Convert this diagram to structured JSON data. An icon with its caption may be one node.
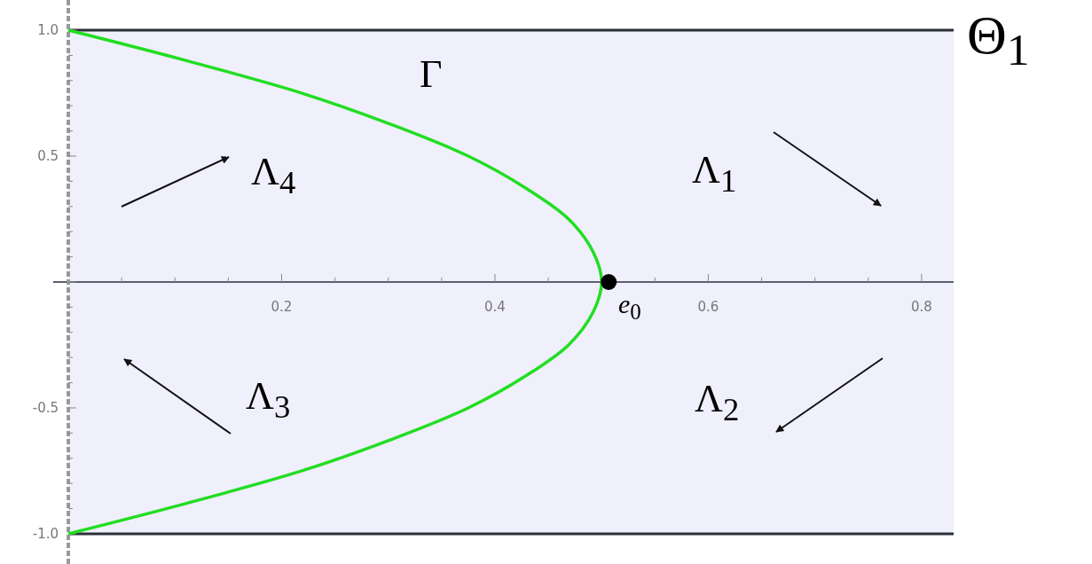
{
  "diagram": {
    "labels": [
      "Θ$_{1}$",
      "Γ",
      "Λ$_{4}$",
      "Λ$_{1}$",
      "Λ$_{3}$",
      "Λ$_{2}$",
      "*e*$_{0}$"
    ],
    "chart_data": {
      "type": "line",
      "x": [
        0,
        0.11,
        0.219,
        0.3,
        0.375,
        0.43,
        0.469,
        0.492,
        0.5,
        0.492,
        0.469,
        0.43,
        0.375,
        0.3,
        0.219,
        0.11,
        0
      ],
      "series": [
        {
          "color": "#22dd22",
          "values": [
            1,
            0.88,
            0.75,
            0.63,
            0.5,
            0.37,
            0.25,
            0.12,
            0,
            -0.12,
            -0.25,
            -0.37,
            -0.5,
            -0.63,
            -0.75,
            -0.88,
            -1
          ]
        }
      ],
      "xlim": [
        0,
        0.83
      ],
      "ylim": [
        -1.12,
        1.12
      ],
      "xticks": [
        0.2,
        0.4,
        0.6,
        0.8
      ],
      "yticks": [
        {
          "value": 1,
          "label": "1.0"
        },
        {
          "value": 0.5,
          "label": "0.5"
        },
        {
          "value": -0.5,
          "label": "-0.5"
        },
        {
          "value": -1,
          "label": "-1.0"
        }
      ]
    }
  }
}
